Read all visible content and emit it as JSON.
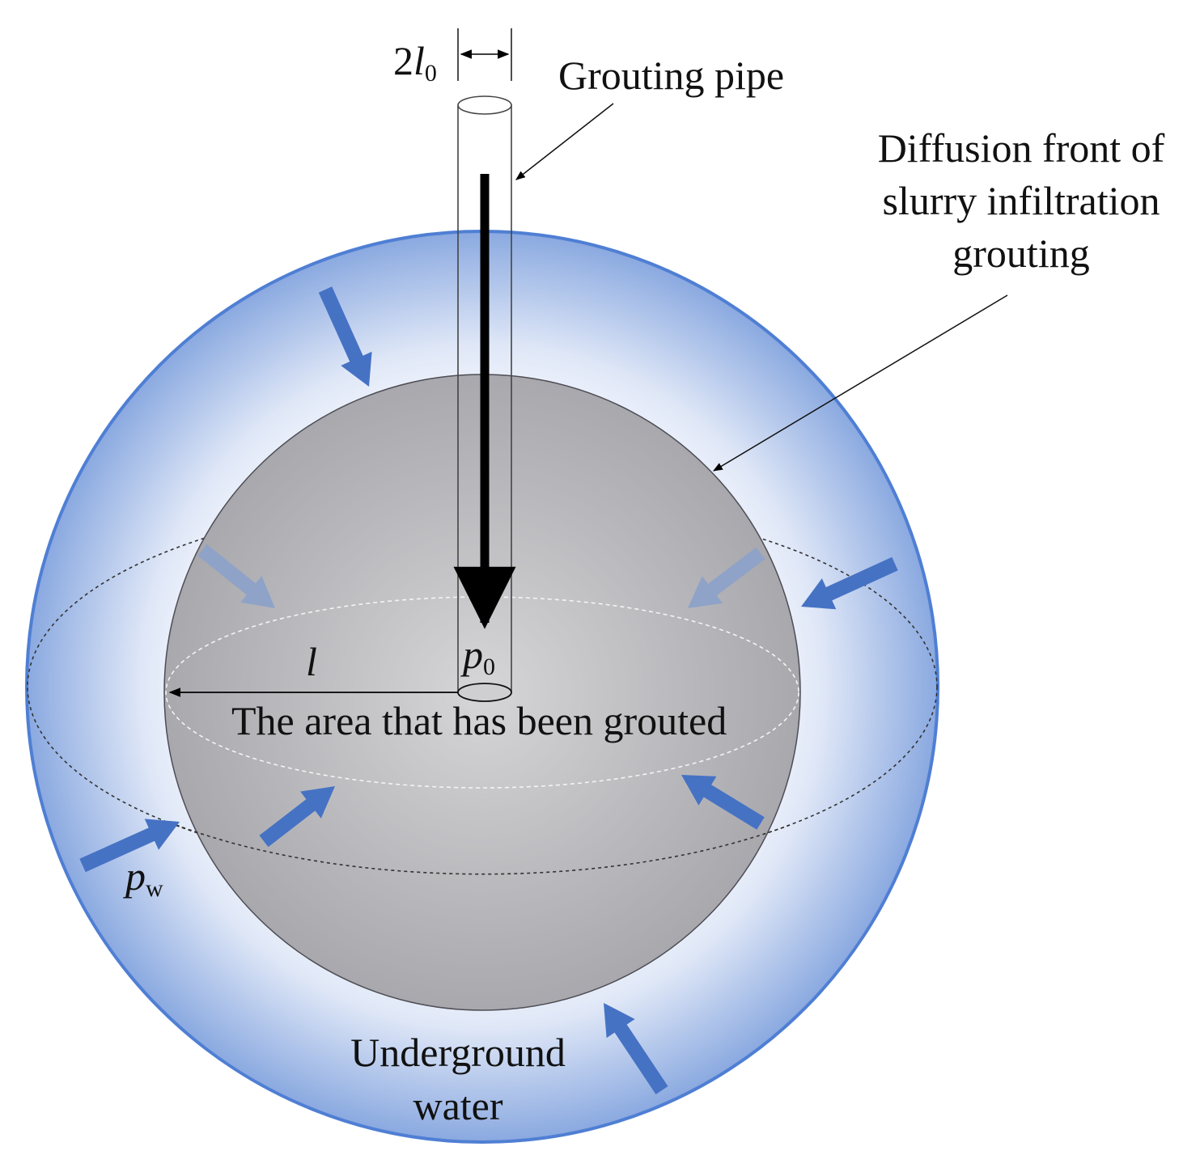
{
  "labels": {
    "pipe_width_main": "2",
    "pipe_width_var": "l",
    "pipe_width_sub": "0",
    "grouting_pipe": "Grouting pipe",
    "diffusion_front_line1": "Diffusion front of",
    "diffusion_front_line2": "slurry infiltration",
    "diffusion_front_line3": "grouting",
    "radius": "l",
    "pressure_var": "p",
    "pressure_sub": "0",
    "grouted_area": "The area that has been grouted",
    "water_pressure_var": "p",
    "water_pressure_sub": "w",
    "groundwater_line1": "Underground",
    "groundwater_line2": "water"
  },
  "colors": {
    "water_edge": "#4f7fd4",
    "water_fill_center": "#ffffff",
    "water_fill_edge": "#8aa9e0",
    "grouted_fill_center": "#d4d4d6",
    "grouted_fill_edge": "#a9a9ae",
    "arrow_blue": "#4672c4",
    "arrow_faded": "#8fa2c8",
    "pipe_stroke": "#444444",
    "injection_line": "#000000"
  }
}
